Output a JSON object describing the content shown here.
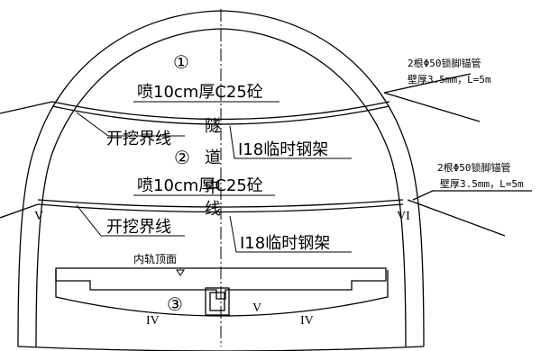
{
  "labels": {
    "stage_1": "①",
    "stage_2": "②",
    "stage_3": "③",
    "shotcrete_upper": "喷10cm厚C25砼",
    "shotcrete_lower": "喷10cm厚C25砼",
    "excavation_upper": "开挖界线",
    "excavation_lower": "开挖界线",
    "steel_frame_upper": "I18临时钢架",
    "steel_frame_lower": "I18临时钢架",
    "centerline_chars": [
      "隧",
      "道",
      "中",
      "线"
    ],
    "rail_top": "内轨顶面",
    "anchor_upper_line1": "2根Φ50锁脚锚管",
    "anchor_upper_line2": "壁厚3.5mm，L=5m",
    "anchor_lower_line1": "2根Φ50锁脚锚管",
    "anchor_lower_line2": "壁厚3.5mm，L=5m",
    "grade_left_wall": "V",
    "grade_right_wall": "VI",
    "grade_invert_left": "IV",
    "grade_invert_center": "V",
    "grade_invert_right": "IV"
  }
}
